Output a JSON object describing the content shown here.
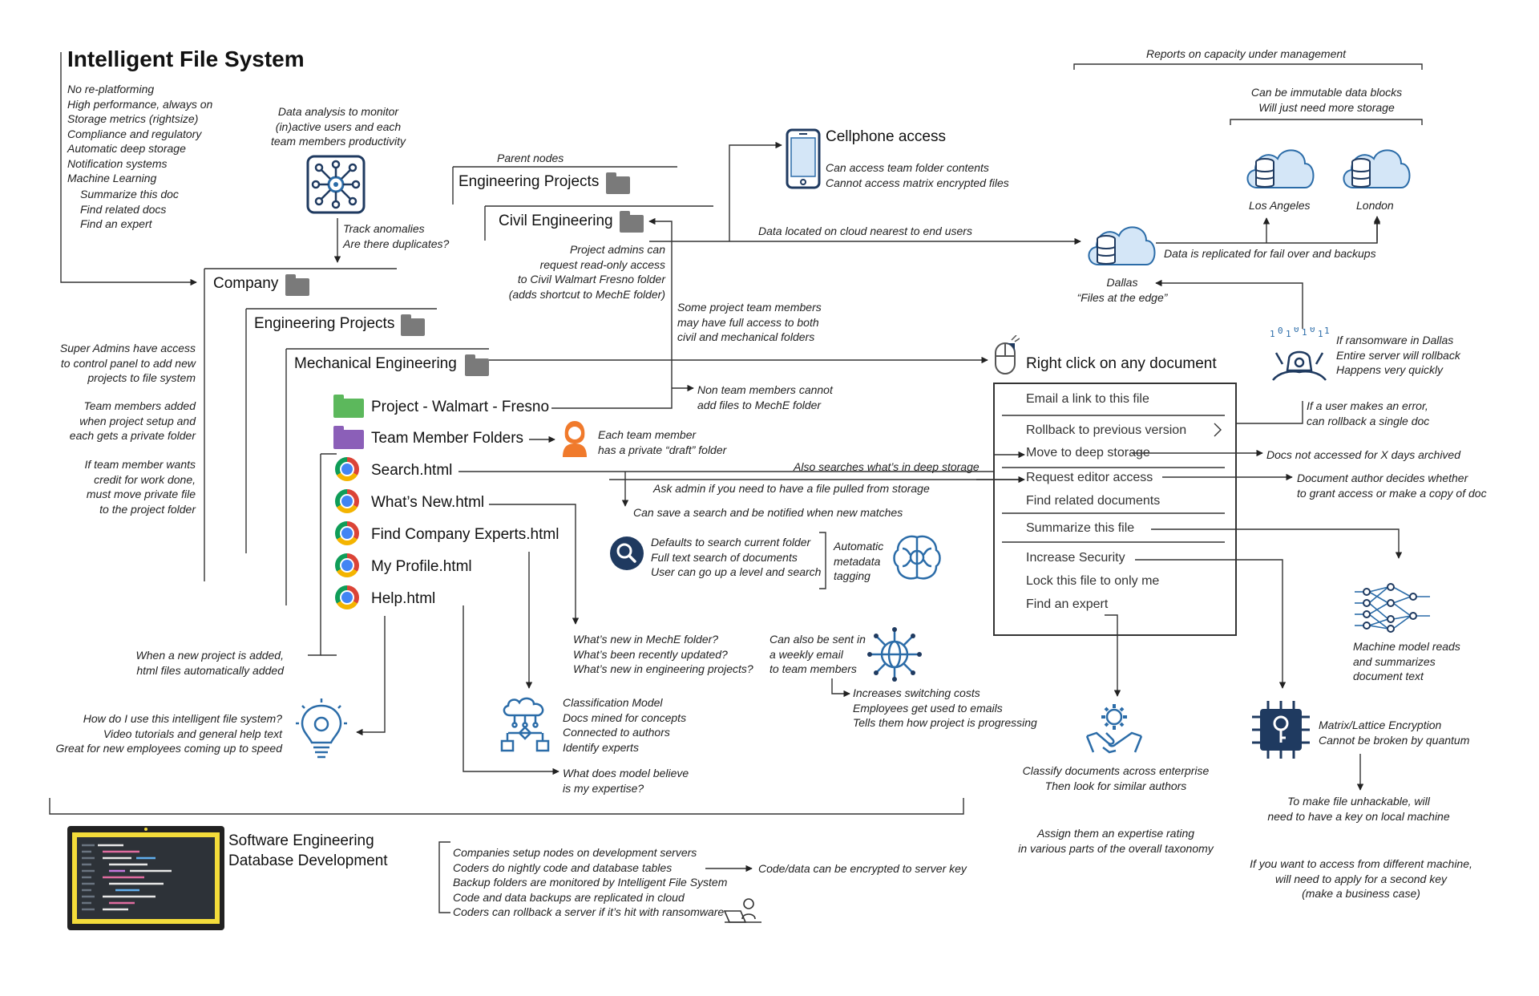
{
  "title": "Intelligent File System",
  "features": [
    "No re-platforming",
    "High performance, always on",
    "Storage metrics (rightsize)",
    "Compliance and regulatory",
    "Automatic deep storage",
    "Notification systems",
    "Machine Learning"
  ],
  "ml_features": [
    "Summarize this doc",
    "Find related docs",
    "Find an expert"
  ],
  "data_analysis": [
    "Data analysis to monitor",
    "(in)active users and each",
    "team members productivity"
  ],
  "track": [
    "Track anomalies",
    "Are there duplicates?"
  ],
  "left_notes": {
    "super_admins": [
      "Super Admins have access",
      "to control panel to add new",
      "projects to file system"
    ],
    "team_members": [
      "Team members added",
      "when project setup and",
      "each gets a private folder"
    ],
    "credit": [
      "If team member wants",
      "credit for work done,",
      "must move private file",
      "to the project folder"
    ],
    "new_project": [
      "When a new project is added,",
      "html files automatically added"
    ],
    "how_use": [
      "How do I use this intelligent file system?",
      "Video tutorials and general help text",
      "Great for new employees coming up to speed"
    ]
  },
  "folders": {
    "parent_nodes": "Parent nodes",
    "eng_projects_top": "Engineering Projects",
    "civil": "Civil Engineering",
    "company": "Company",
    "eng_projects": "Engineering Projects",
    "mech": "Mechanical Engineering",
    "walmart": "Project - Walmart - Fresno",
    "team_folders": "Team Member Folders"
  },
  "html_files": [
    "Search.html",
    "What’s New.html",
    "Find Company Experts.html",
    "My Profile.html",
    "Help.html"
  ],
  "notes": {
    "project_admins": [
      "Project admins can",
      "request read-only access",
      "to Civil Walmart Fresno folder",
      "(adds shortcut to MechE folder)"
    ],
    "some_members": [
      "Some project team members",
      "may have full access to both",
      "civil and mechanical folders"
    ],
    "non_team": [
      "Non team members cannot",
      "add files to MechE folder"
    ],
    "each_team": [
      "Each team member",
      "has a private “draft” folder"
    ],
    "also_searches": "Also searches what’s in deep storage",
    "ask_admin": "Ask admin if you need to have a file pulled from storage",
    "save_search": "Can save a search and be notified when new matches",
    "defaults": [
      "Defaults to search current folder",
      "Full text search of documents",
      "User can go up a level and search"
    ],
    "auto_meta": [
      "Automatic",
      "metadata",
      "tagging"
    ],
    "whats_new": [
      "What’s new in MechE folder?",
      "What’s been recently updated?",
      "What’s new in engineering projects?"
    ],
    "weekly": [
      "Can also be sent in",
      "a weekly email",
      "to team members"
    ],
    "switching": [
      "Increases switching costs",
      "Employees get used to emails",
      "Tells them how project is progressing"
    ],
    "classification": [
      "Classification Model",
      "Docs mined for concepts",
      "Connected to authors",
      "Identify experts"
    ],
    "expertise": [
      "What does model believe",
      "is my expertise?"
    ]
  },
  "cellphone": {
    "title": "Cellphone access",
    "lines": [
      "Can access team folder contents",
      "Cannot access matrix encrypted files"
    ]
  },
  "cloud": {
    "located": "Data located on cloud nearest to end users",
    "reports": "Reports on capacity under management",
    "immutable": [
      "Can be immutable data blocks",
      "Will just need more storage"
    ],
    "la": "Los Angeles",
    "london": "London",
    "replicated": "Data is replicated for fail over and backups",
    "dallas": [
      "Dallas",
      "“Files at the edge”"
    ]
  },
  "ransomware": {
    "dallas": [
      "If ransomware in Dallas",
      "Entire server will rollback",
      "Happens very quickly"
    ],
    "error": [
      "If a user makes an error,",
      "can rollback a single doc"
    ]
  },
  "context_menu": {
    "heading": "Right click on any document",
    "items": [
      "Email a link to this file",
      "Rollback to previous version",
      "Move to deep storage",
      "Request editor access",
      "Find related documents",
      "Summarize this file",
      "Increase Security",
      "Lock this file to only me",
      "Find an expert"
    ]
  },
  "menu_notes": {
    "docs_not": "Docs not accessed for X days archived",
    "author": [
      "Document author decides whether",
      "to grant access or make a copy of doc"
    ],
    "ml_reads": [
      "Machine model reads",
      "and summarizes",
      "document text"
    ],
    "matrix": [
      "Matrix/Lattice Encryption",
      "Cannot be broken by quantum"
    ],
    "unhackable": [
      "To make file unhackable, will",
      "need to have a key on local machine"
    ],
    "different": [
      "If you want to access from different machine,",
      "will need to apply for a second key",
      "(make a business case)"
    ],
    "classify": [
      "Classify documents across enterprise",
      "Then look for similar authors"
    ],
    "assign": [
      "Assign them an expertise rating",
      "in various parts of the overall taxonomy"
    ]
  },
  "software": {
    "title": [
      "Software Engineering",
      "Database Development"
    ],
    "lines": [
      "Companies setup nodes on development servers",
      "Coders do nightly code and database tables",
      "Backup folders are monitored by Intelligent File System",
      "Code and data backups are replicated in cloud",
      "Coders can rollback a server if it’s hit with ransomware"
    ],
    "encrypted": "Code/data can be encrypted to server key"
  },
  "colors": {
    "navy": "#1f3a60",
    "folder_gray": "#7a7a7a",
    "folder_green": "#5cb85c",
    "folder_purple": "#8b5fb8",
    "avatar_orange": "#f07a2c",
    "accent_blue": "#2b6ca8",
    "cloud_fill": "#d4e6f7",
    "screen_yellow": "#f4dc3a"
  }
}
